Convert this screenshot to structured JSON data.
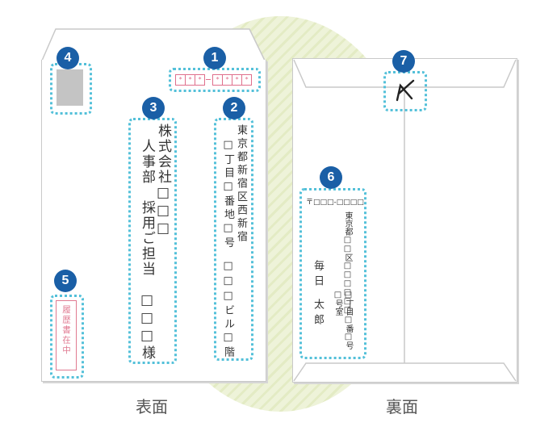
{
  "labels": {
    "front": "表面",
    "back": "裏面"
  },
  "badges": [
    "1",
    "2",
    "3",
    "4",
    "5",
    "6",
    "7"
  ],
  "front": {
    "zip_digits": [
      "*",
      "*",
      "*",
      "*",
      "*",
      "*",
      "*"
    ],
    "address_col1": "東京都新宿区西新宿",
    "address_col2": "□丁目□番地□号",
    "address_col3": "□□□ビル□階",
    "company": "株式会社□□□",
    "department": "人事部　採用ご担当",
    "recipient": "□□□様",
    "enclosure": "履歴書在中"
  },
  "back": {
    "zip": "〒□□□-□□□□",
    "address_col1": "東京都□□区□□□□□□",
    "address_col2": "□号室",
    "address_col3": "□丁目□番□号",
    "sender_name_col1": "毎日",
    "sender_name_col2": "太郎"
  },
  "colors": {
    "badge": "#1a5fa6",
    "dotted": "#53c0d9",
    "pink": "#e06f8c"
  }
}
